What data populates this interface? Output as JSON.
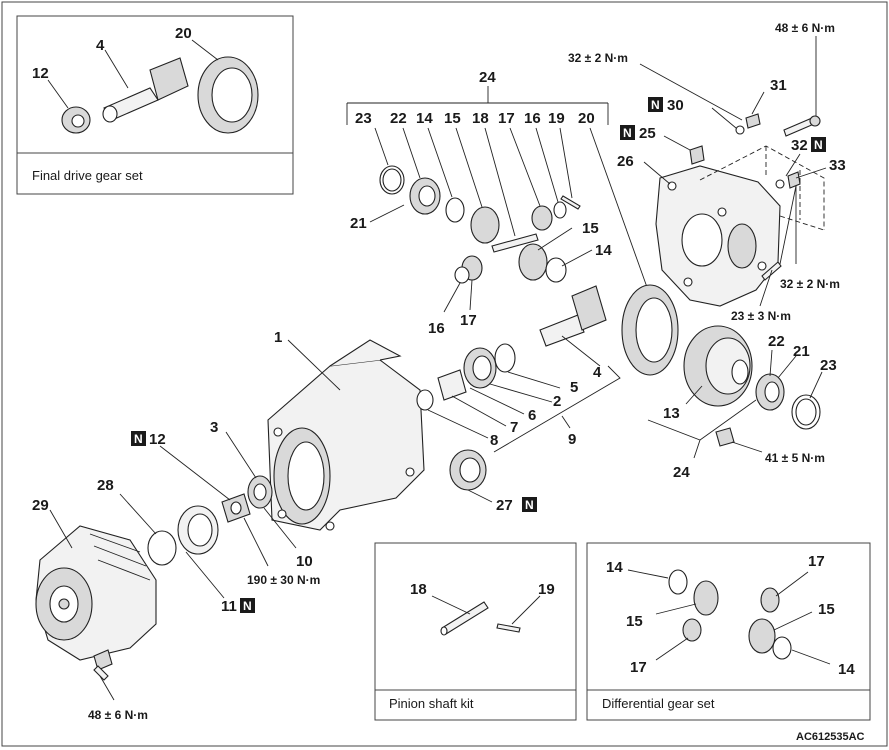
{
  "labels": {
    "l4": "4",
    "l20a": "20",
    "l12a": "12",
    "l24a": "24",
    "l23a": "23",
    "l22a": "22",
    "l14a": "14",
    "l15a": "15",
    "l18a": "18",
    "l17a": "17",
    "l16a": "16",
    "l19a": "19",
    "l20b": "20",
    "l21a": "21",
    "l15b": "15",
    "l14b": "14",
    "l16b": "16",
    "l17b": "17",
    "l31": "31",
    "l30": "30",
    "l25": "25",
    "l26": "26",
    "l32": "32",
    "l33": "33",
    "l1": "1",
    "l5": "5",
    "l2": "2",
    "l4b": "4",
    "l6": "6",
    "l7": "7",
    "l8": "8",
    "l9": "9",
    "l13": "13",
    "l22b": "22",
    "l21b": "21",
    "l23b": "23",
    "l24b": "24",
    "l12b": "12",
    "l3": "3",
    "l27": "27",
    "l29": "29",
    "l28": "28",
    "l10": "10",
    "l11": "11",
    "l18b": "18",
    "l19b": "19",
    "l14c": "14",
    "l17c": "17",
    "l15c": "15",
    "l15d": "15",
    "l17d": "17",
    "l14d": "14"
  },
  "torques": {
    "t48top": "48 ± 6 N·m",
    "t32top": "32 ± 2 N·m",
    "t32mid": "32 ± 2 N·m",
    "t23": "23 ± 3 N·m",
    "t41": "41 ± 5 N·m",
    "t190": "190 ± 30 N·m",
    "t48bot": "48 ± 6 N·m"
  },
  "new_part_mark": "N",
  "captions": {
    "final_drive": "Final drive gear set",
    "pinion_kit": "Pinion shaft kit",
    "diff_gear_set": "Differential gear set"
  },
  "figure_code": "AC612535AC"
}
